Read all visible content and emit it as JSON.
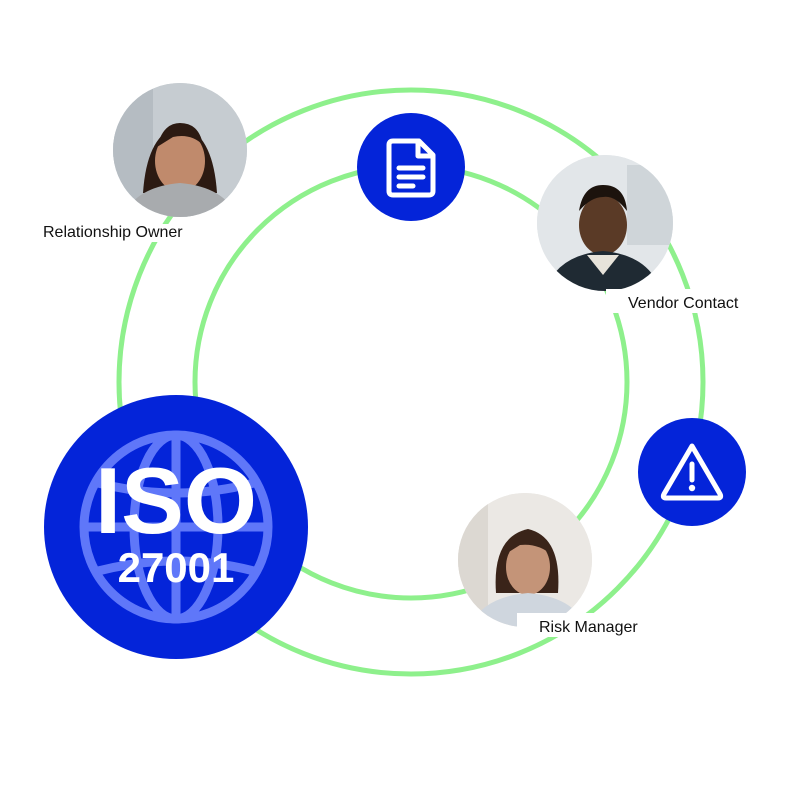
{
  "colors": {
    "ring": "#8ef08c",
    "brand_blue": "#0424d9",
    "icon_white": "#ffffff"
  },
  "badge": {
    "title": "ISO",
    "number": "27001",
    "icon": "globe-icon"
  },
  "people": [
    {
      "label": "Relationship Owner",
      "avatar": "person-avatar"
    },
    {
      "label": "Vendor Contact",
      "avatar": "person-avatar"
    },
    {
      "label": "Risk Manager",
      "avatar": "person-avatar"
    }
  ],
  "icons": {
    "document": "document-icon",
    "warning": "warning-icon"
  }
}
